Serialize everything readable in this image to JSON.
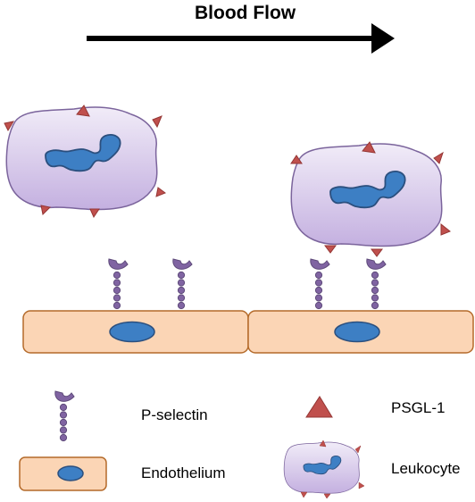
{
  "title": "Blood Flow",
  "legend": {
    "p_selectin": "P-selectin",
    "psgl1": "PSGL-1",
    "endothelium": "Endothelium",
    "leukocyte": "Leukocyte"
  },
  "colors": {
    "arrow": "#000000",
    "cell_fill_top": "#f1ecf8",
    "cell_fill_bottom": "#c4b0e0",
    "cell_outline": "#7b649c",
    "nucleus_fill": "#3d7fc4",
    "nucleus_outline": "#2b4f7e",
    "psgl1_fill": "#c0504d",
    "psgl1_outline": "#943634",
    "selectin_fill": "#8064a2",
    "selectin_outline": "#5e4a7a",
    "endothelium_fill": "#fbd5b5",
    "endothelium_outline": "#b46a2a"
  }
}
